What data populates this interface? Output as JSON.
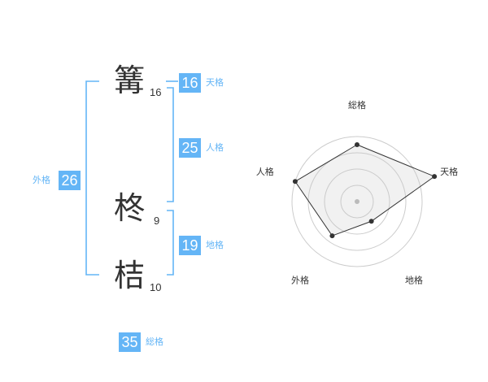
{
  "characters": [
    {
      "char": "篝",
      "strokes": "16"
    },
    {
      "char": "柊",
      "strokes": "9"
    },
    {
      "char": "桔",
      "strokes": "10"
    }
  ],
  "fortunes": {
    "tenkaku": {
      "value": "16",
      "label": "天格"
    },
    "jinkaku": {
      "value": "25",
      "label": "人格"
    },
    "chikaku": {
      "value": "19",
      "label": "地格"
    },
    "gaikaku": {
      "value": "26",
      "label": "外格"
    },
    "soukaku": {
      "value": "35",
      "label": "総格"
    }
  },
  "chart_data": {
    "type": "radar",
    "axes": [
      "総格",
      "天格",
      "地格",
      "外格",
      "人格"
    ],
    "rings": 4,
    "values": [
      3.5,
      5,
      1.5,
      2.6,
      4
    ]
  }
}
